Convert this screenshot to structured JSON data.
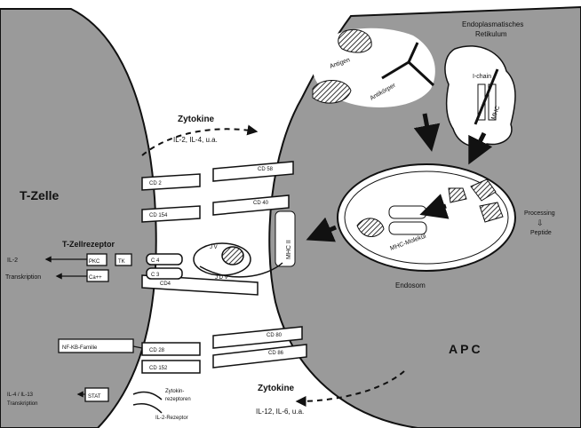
{
  "cells": {
    "t_cell": "T-Zelle",
    "apc": "APC",
    "er_line1": "Endoplasmatisches",
    "er_line2": "Retikulum",
    "endosome": "Endosom"
  },
  "cytokines_top": {
    "title": "Zytokine",
    "list": "IL-2, IL-4, u.a."
  },
  "cytokines_bottom": {
    "title": "Zytokine",
    "list": "IL-12, IL-6, u.a."
  },
  "er_contents": {
    "ichain": "I-chain",
    "mhc": "MHC"
  },
  "antigen": {
    "antigen": "Antigen",
    "antibody": "Antikörper"
  },
  "endosome_contents": {
    "complex": "MHC-Molekül"
  },
  "processing": {
    "line1": "Processing",
    "arrow": "⇩",
    "line2": "Peptide"
  },
  "mhc_receptor": "MHC II",
  "tcr": {
    "title": "T-Zellrezeptor",
    "pkc": "PKC",
    "lck": "TK",
    "ca": "Ca++",
    "il2": "IL-2",
    "transkription": "Transkription"
  },
  "complex": {
    "cd4": "C 4",
    "cd3": "C 3",
    "vbeta": "J V",
    "dv": "J D V",
    "cd4b": "CD4"
  },
  "molecules": {
    "cd2": "CD 2",
    "cd58": "CD 58",
    "cd154": "CD 154",
    "cd40": "CD 40",
    "cd28": "CD 28",
    "cd80": "CD 80",
    "cd152": "CD 152",
    "cd86": "CD 86"
  },
  "signals": {
    "nfkb": "NF-KB-Familie",
    "stat": "STAT",
    "il4_line1": "IL-4 / IL-13",
    "il4_line2": "Transkription",
    "zyto_rec1": "Zytokin-",
    "zyto_rec2": "rezeptoren",
    "il2_rec": "IL-2-Rezeptor"
  }
}
